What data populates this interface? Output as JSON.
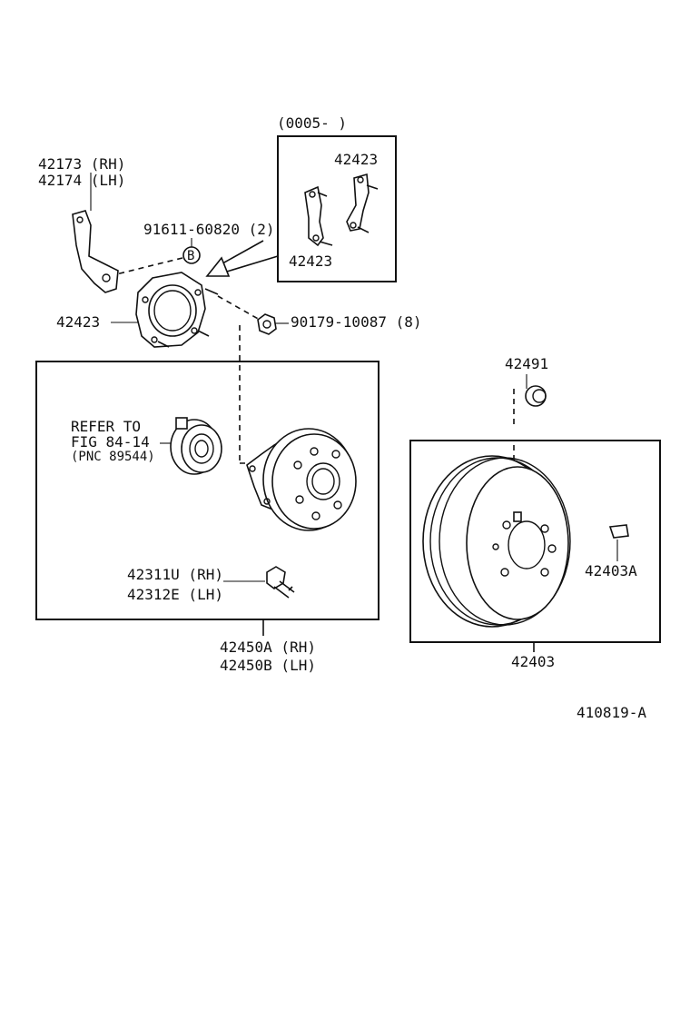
{
  "labels": {
    "bracket_rh": "42173 (RH)",
    "bracket_lh": "42174 (LH)",
    "bolt_b": "91611-60820 (2)",
    "bolt_b_marker": "B",
    "date_range": "(0005-        )",
    "plate_top": "42423",
    "plate_bottom": "42423",
    "plate_main": "42423",
    "nut": "90179-10087 (8)",
    "refer_1": "REFER TO",
    "refer_2": "FIG 84-14",
    "refer_3": "(PNC 89544)",
    "hub_bolt_rh": "42311U (RH)",
    "hub_bolt_lh": "42312E (LH)",
    "hub_assy_rh": "42450A (RH)",
    "hub_assy_lh": "42450B (LH)",
    "plug": "42491",
    "drum": "42403",
    "clip": "42403A",
    "fig_id": "410819-A"
  }
}
